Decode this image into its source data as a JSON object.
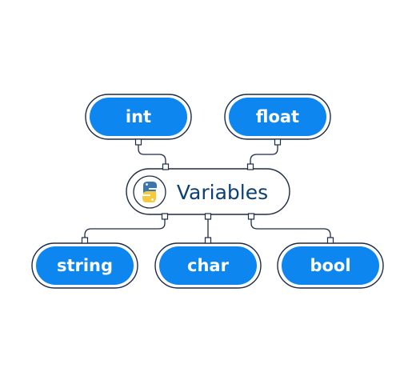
{
  "diagram": {
    "center": {
      "label": "Variables",
      "icon": "python-logo-icon",
      "colors": {
        "blue": "#3b76ad",
        "yellow": "#f6c93f",
        "text": "#0e3f73"
      }
    },
    "top_nodes": [
      {
        "label": "int"
      },
      {
        "label": "float"
      }
    ],
    "bottom_nodes": [
      {
        "label": "string"
      },
      {
        "label": "char"
      },
      {
        "label": "bool"
      }
    ],
    "colors": {
      "node_fill": "#0d86f0",
      "outline": "#1d2b44"
    }
  }
}
